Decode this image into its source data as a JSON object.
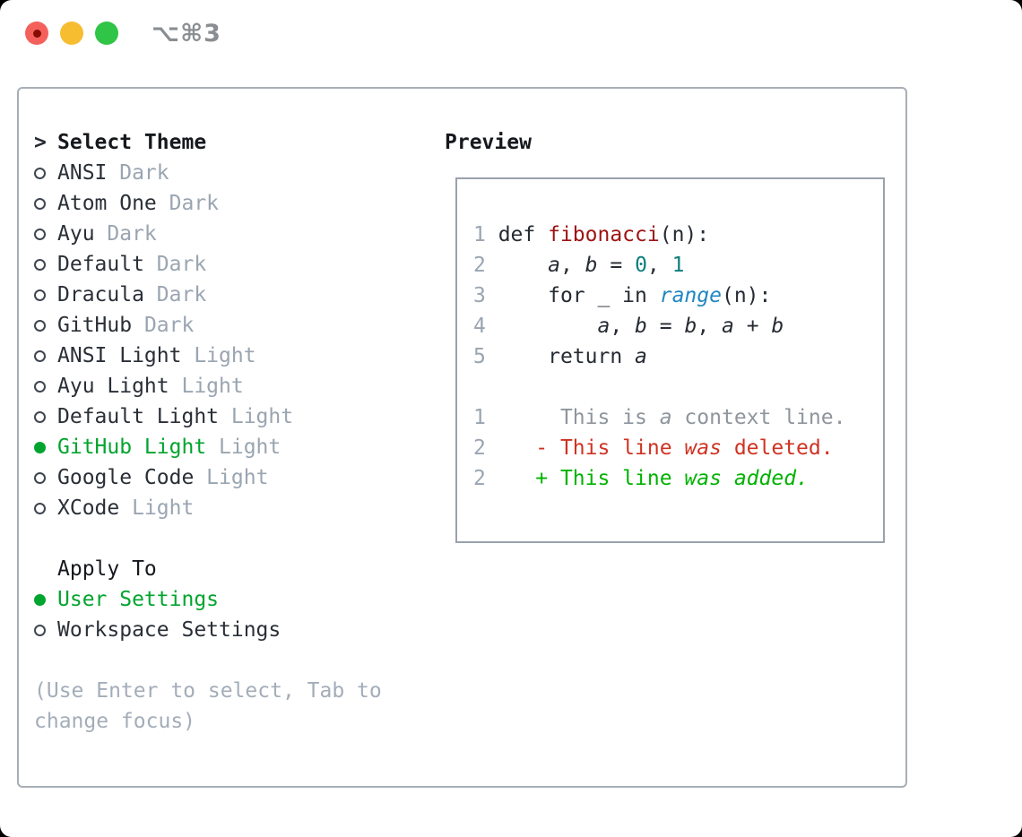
{
  "window": {
    "title": "⌥⌘3"
  },
  "colors": {
    "accent_green": "#00a42e",
    "diff_added": "#00b200",
    "diff_deleted": "#cf3222",
    "diff_context": "#8e959d",
    "function_red": "#9e1313",
    "number_teal": "#0d7d7d",
    "builtin_blue": "#2187c2",
    "muted_gray": "#9aa5b1",
    "traffic_red": "#f4615c",
    "traffic_yellow": "#f6bd31",
    "traffic_green": "#30c546"
  },
  "theme_picker": {
    "prompt": ">",
    "header": "Select Theme",
    "items": [
      {
        "name": "ANSI",
        "variant": "Dark",
        "selected": false
      },
      {
        "name": "Atom One",
        "variant": "Dark",
        "selected": false
      },
      {
        "name": "Ayu",
        "variant": "Dark",
        "selected": false
      },
      {
        "name": "Default",
        "variant": "Dark",
        "selected": false
      },
      {
        "name": "Dracula",
        "variant": "Dark",
        "selected": false
      },
      {
        "name": "GitHub",
        "variant": "Dark",
        "selected": false
      },
      {
        "name": "ANSI Light",
        "variant": "Light",
        "selected": false
      },
      {
        "name": "Ayu Light",
        "variant": "Light",
        "selected": false
      },
      {
        "name": "Default Light",
        "variant": "Light",
        "selected": false
      },
      {
        "name": "GitHub Light",
        "variant": "Light",
        "selected": true
      },
      {
        "name": "Google Code",
        "variant": "Light",
        "selected": false
      },
      {
        "name": "XCode",
        "variant": "Light",
        "selected": false
      }
    ],
    "apply_to": {
      "header": "Apply To",
      "options": [
        {
          "label": "User Settings",
          "selected": true
        },
        {
          "label": "Workspace Settings",
          "selected": false
        }
      ]
    },
    "hint": "(Use Enter to select, Tab to change focus)"
  },
  "preview": {
    "title": "Preview",
    "lines": [
      {
        "num": "1",
        "segments": [
          {
            "text": "def ",
            "style": "code"
          },
          {
            "text": "fibonacci",
            "style": "fn"
          },
          {
            "text": "(n):",
            "style": "code"
          }
        ]
      },
      {
        "num": "2",
        "segments": [
          {
            "text": "    ",
            "style": "code"
          },
          {
            "text": "a",
            "style": "var"
          },
          {
            "text": ", ",
            "style": "code"
          },
          {
            "text": "b",
            "style": "var"
          },
          {
            "text": " = ",
            "style": "code"
          },
          {
            "text": "0",
            "style": "num"
          },
          {
            "text": ", ",
            "style": "code"
          },
          {
            "text": "1",
            "style": "num"
          }
        ]
      },
      {
        "num": "3",
        "segments": [
          {
            "text": "    for _ in ",
            "style": "code"
          },
          {
            "text": "range",
            "style": "builtin"
          },
          {
            "text": "(n):",
            "style": "code"
          }
        ]
      },
      {
        "num": "4",
        "segments": [
          {
            "text": "        ",
            "style": "code"
          },
          {
            "text": "a",
            "style": "var"
          },
          {
            "text": ", ",
            "style": "code"
          },
          {
            "text": "b",
            "style": "var"
          },
          {
            "text": " = ",
            "style": "code"
          },
          {
            "text": "b",
            "style": "var"
          },
          {
            "text": ", ",
            "style": "code"
          },
          {
            "text": "a",
            "style": "var"
          },
          {
            "text": " + ",
            "style": "code"
          },
          {
            "text": "b",
            "style": "var"
          }
        ]
      },
      {
        "num": "5",
        "segments": [
          {
            "text": "    return ",
            "style": "code"
          },
          {
            "text": "a",
            "style": "var"
          }
        ]
      },
      {
        "num": "",
        "segments": []
      },
      {
        "num": "1",
        "segments": [
          {
            "text": "     This is ",
            "style": "ctx"
          },
          {
            "text": "a",
            "style": "ctx-i"
          },
          {
            "text": " context line.",
            "style": "ctx"
          }
        ]
      },
      {
        "num": "2",
        "segments": [
          {
            "text": "   - This line ",
            "style": "del"
          },
          {
            "text": "was",
            "style": "del-i"
          },
          {
            "text": " deleted.",
            "style": "del"
          }
        ]
      },
      {
        "num": "2",
        "segments": [
          {
            "text": "   + This line ",
            "style": "add"
          },
          {
            "text": "was",
            "style": "add-i"
          },
          {
            "text": " ",
            "style": "add"
          },
          {
            "text": "added.",
            "style": "add-i"
          }
        ]
      }
    ]
  }
}
